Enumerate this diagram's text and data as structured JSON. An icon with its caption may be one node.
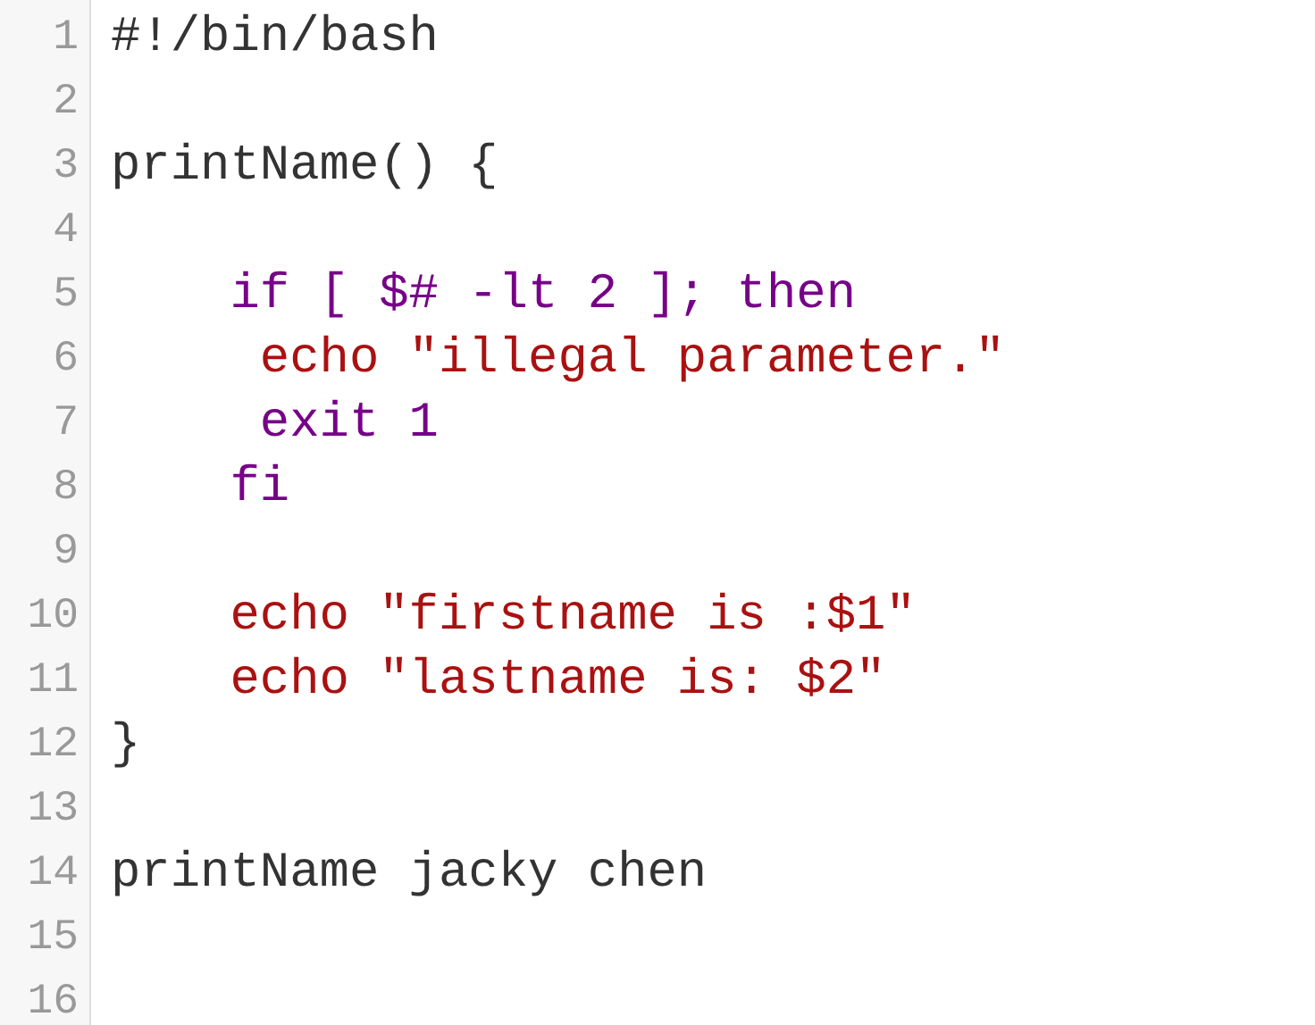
{
  "diagram": {
    "labels": [
      "1",
      "#!/bin/bash",
      "2",
      "3",
      "printName() {",
      "4",
      "5",
      "    if [ $# -lt 2 ]; then",
      "6",
      "     echo \"illegal parameter.\"",
      "7",
      "     exit 1",
      "8",
      "    fi",
      "9",
      "10",
      "    echo \"firstname is :$1\"",
      "11",
      "    echo \"lastname is: $2\"",
      "12",
      "}",
      "13",
      "14",
      "printName jacky chen",
      "15",
      "16"
    ]
  }
}
